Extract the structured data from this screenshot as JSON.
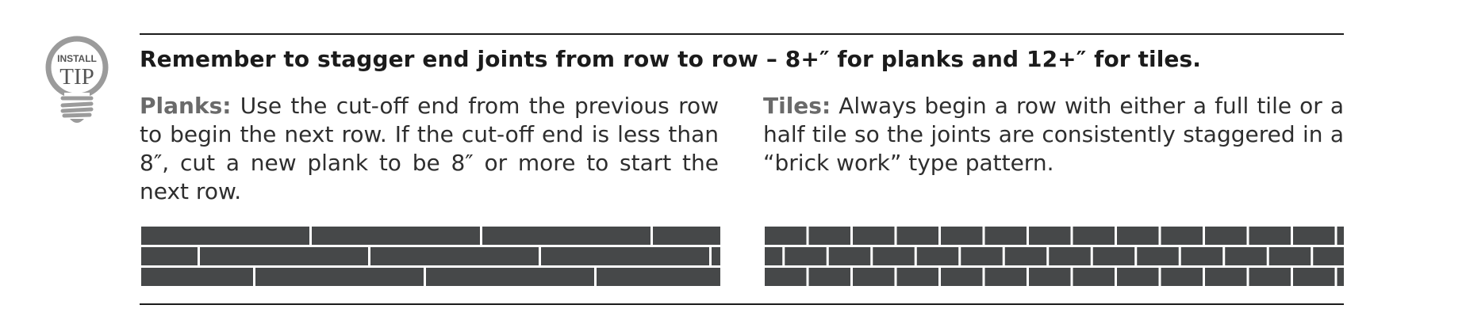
{
  "badge": {
    "install_label": "INSTALL",
    "tip_label": "TIP"
  },
  "headline": "Remember to stagger end joints from row to row – 8+″ for planks and 12+″ for tiles.",
  "planks": {
    "lead": "Planks:",
    "text": " Use the cut-off end from the previous row to begin the next row. If the cut-off end is less than 8″, cut a new plank to be 8″ or more to start the next row.",
    "rows": [
      [
        212,
        212,
        212,
        88
      ],
      [
        71,
        212,
        212,
        212,
        13
      ],
      [
        141,
        212,
        212,
        159
      ]
    ]
  },
  "tiles": {
    "lead": "Tiles:",
    "text": " Always begin a row with either a full tile or a half tile so the joints are consistently staggered in a “brick work” type pattern.",
    "rows": [
      [
        "full",
        15
      ],
      [
        "half",
        15
      ],
      [
        "full",
        15
      ]
    ]
  },
  "colors": {
    "board": "#464849",
    "rule": "#1b1b1b",
    "icon_gray": "#9b9b9b",
    "lead_gray": "#6a6a6a"
  },
  "icons": [
    "lightbulb-icon"
  ]
}
